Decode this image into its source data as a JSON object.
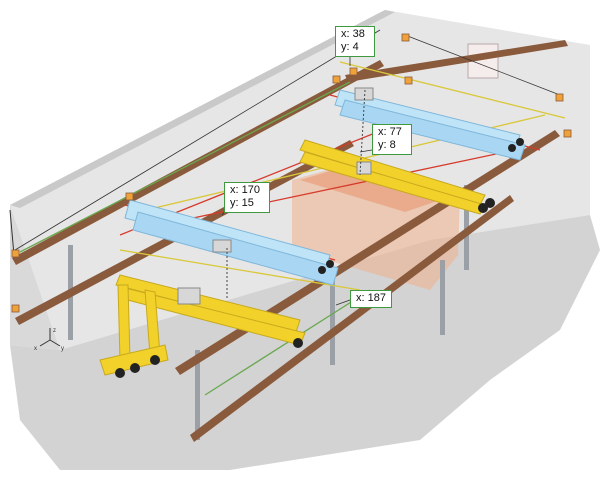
{
  "colors": {
    "crane_yellow": "#f2d12a",
    "laser_red": "#d63a2a",
    "laser_yellow": "#d9c83a",
    "laser_green": "#6aa84f",
    "trolley_blue": "#bfe3f7",
    "rail_brown": "#8a5a3c",
    "callout_border": "#3f9a3f",
    "floor": "#d6d6d6",
    "wall": "#e4e4e4"
  },
  "callouts": {
    "crane_upper_far": {
      "x": "x: 38",
      "y": "y: 4"
    },
    "crane_upper_near": {
      "x": "x: 77",
      "y": "y: 8"
    },
    "crane_middle": {
      "x": "x: 170",
      "y": "y: 15"
    },
    "gantry_rail": {
      "x": "x: 187"
    }
  },
  "axes": {
    "z": "z",
    "x": "x",
    "y": "y"
  }
}
